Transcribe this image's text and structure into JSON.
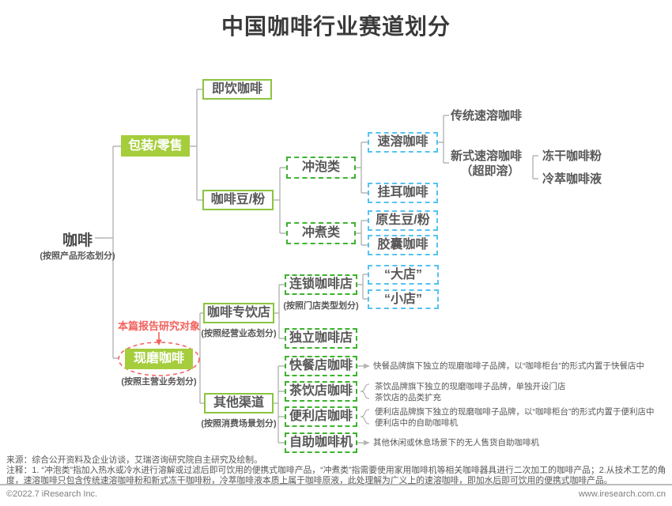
{
  "title": "中国咖啡行业赛道划分",
  "colors": {
    "green_fill": "#a5cd3c",
    "green_solid_border": "#8cc43f",
    "green_dashed_border": "#3db32e",
    "cyan_dashed_border": "#55c3f1",
    "red_accent": "#f2615d",
    "connector_gray": "#b5b5b6",
    "text_dark": "#595757"
  },
  "tree": {
    "root": {
      "label": "咖啡",
      "sub": "(按照产品形态划分)"
    },
    "packaged": {
      "label": "包装/零售"
    },
    "rtd": {
      "label": "即饮咖啡"
    },
    "beans": {
      "label": "咖啡豆/粉"
    },
    "brew_pour": {
      "label": "冲泡类"
    },
    "brew_cook": {
      "label": "冲煮类"
    },
    "instant": {
      "label": "速溶咖啡"
    },
    "drip_bag": {
      "label": "挂耳咖啡"
    },
    "raw_bean": {
      "label": "原生豆/粉"
    },
    "capsule": {
      "label": "胶囊咖啡"
    },
    "traditional_instant": {
      "label": "传统速溶咖啡"
    },
    "new_instant": {
      "label": "新式速溶咖啡",
      "label2": "（超即溶）"
    },
    "freeze_dried": {
      "label": "冻干咖啡粉"
    },
    "cold_brew_liquid": {
      "label": "冷萃咖啡液"
    },
    "research_tag": "本篇报告研究对象",
    "fresh_ground": {
      "label": "现磨咖啡",
      "sub": "(按照主营业务划分)"
    },
    "specialty_shop": {
      "label": "咖啡专饮店",
      "sub": "(按照经营业态划分)"
    },
    "chain_shop": {
      "label": "连锁咖啡店",
      "sub": "(按照门店类型划分)"
    },
    "big_store": {
      "label": "“大店”"
    },
    "small_store": {
      "label": "“小店”"
    },
    "independent_shop": {
      "label": "独立咖啡店"
    },
    "other_channel": {
      "label": "其他渠道",
      "sub": "(按照消费场景划分)"
    },
    "fast_food": {
      "label": "快餐店咖啡",
      "anno": "快餐品牌旗下独立的现磨咖啡子品牌，以“咖啡柜台”的形式内置于快餐店中"
    },
    "tea_shop": {
      "label": "茶饮店咖啡",
      "anno1": "茶饮品牌旗下独立的现磨咖啡子品牌，单独开设门店",
      "anno2": "茶饮店的品类扩充"
    },
    "convenience": {
      "label": "便利店咖啡",
      "anno1": "便利店品牌旗下独立的现磨咖啡子品牌，以“咖啡柜台”的形式内置于便利店中",
      "anno2": "便利店中的自助咖啡机"
    },
    "vending": {
      "label": "自助咖啡机",
      "anno": "其他休闲或休息场景下的无人售货自助咖啡机"
    }
  },
  "footer": {
    "source": "来源：综合公开资料及企业访谈，艾瑞咨询研究院自主研究及绘制。",
    "note": "注释：1. “冲泡类”指加入热水或冷水进行溶解或过滤后即可饮用的便携式咖啡产品，“冲煮类”指需要使用家用咖啡机等相关咖啡器具进行二次加工的咖啡产品；2.从技术工艺的角度，速溶咖啡只包含传统速溶咖啡粉和新式冻干咖啡粉，冷萃咖啡液本质上属于咖啡原液，此处理解为广义上的速溶咖啡，即加水后即可饮用的便携式咖啡产品。",
    "copyright": "©2022.7 iResearch Inc.",
    "website": "www.iresearch.com.cn"
  }
}
